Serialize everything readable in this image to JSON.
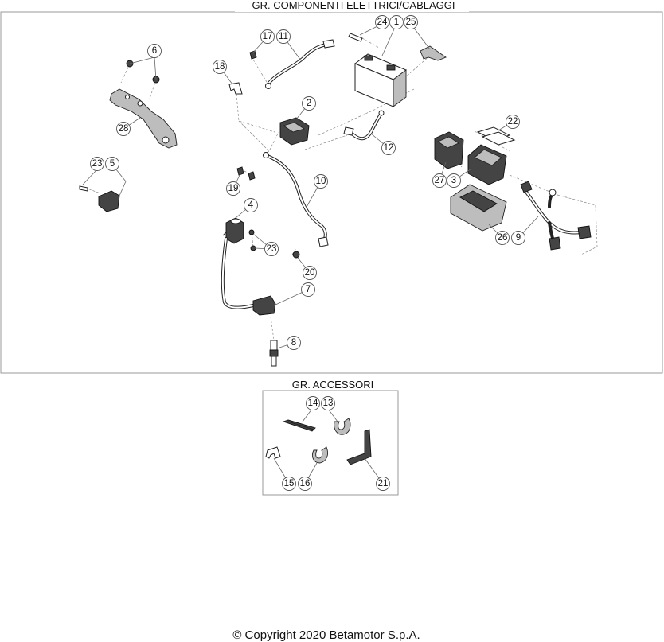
{
  "sections": {
    "electrical_title": "GR. COMPONENTI ELETTRICI/CABLAGGI",
    "accessories_title": "GR. ACCESSORI"
  },
  "callouts": {
    "p1": "1",
    "p2": "2",
    "p3": "3",
    "p4": "4",
    "p5": "5",
    "p6": "6",
    "p7": "7",
    "p8": "8",
    "p9": "9",
    "p10": "10",
    "p11": "11",
    "p12": "12",
    "p13": "13",
    "p14": "14",
    "p15": "15",
    "p16": "16",
    "p17": "17",
    "p18": "18",
    "p19": "19",
    "p20": "20",
    "p21": "21",
    "p22": "22",
    "p23a": "23",
    "p23b": "23",
    "p24": "24",
    "p25": "25",
    "p26": "26",
    "p27": "27",
    "p28": "28"
  },
  "footer": {
    "copyright": "© Copyright 2020 Betamotor S.p.A."
  }
}
